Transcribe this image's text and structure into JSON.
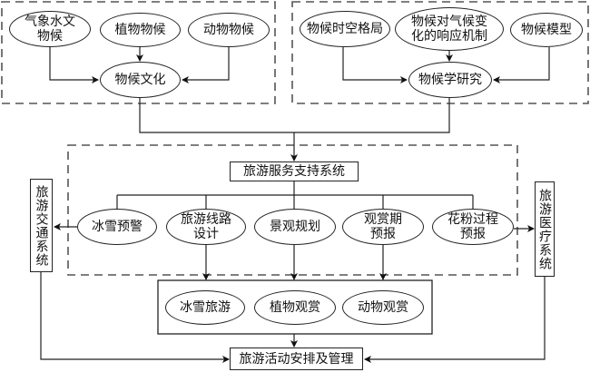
{
  "phenology_culture": {
    "title": "物候文化",
    "sources": [
      {
        "label": "气象水文\n物候"
      },
      {
        "label": "植物物候"
      },
      {
        "label": "动物物候"
      }
    ]
  },
  "phenology_research": {
    "title": "物候学研究",
    "sources": [
      {
        "label": "物候时空格局"
      },
      {
        "label": "物候对气候变\n化的响应机制"
      },
      {
        "label": "物候模型"
      }
    ]
  },
  "service_system": {
    "title": "旅游服务支持系统",
    "items": [
      {
        "label": "冰雪预警"
      },
      {
        "label": "旅游线路\n设计"
      },
      {
        "label": "景观规划"
      },
      {
        "label": "观赏期\n预报"
      },
      {
        "label": "花粉过程\n预报"
      }
    ]
  },
  "side_systems": {
    "left": "旅游交通系统",
    "right": "旅游医疗系统"
  },
  "activities": [
    {
      "label": "冰雪旅游"
    },
    {
      "label": "植物观赏"
    },
    {
      "label": "动物观赏"
    }
  ],
  "management": {
    "label": "旅游活动安排及管理"
  }
}
